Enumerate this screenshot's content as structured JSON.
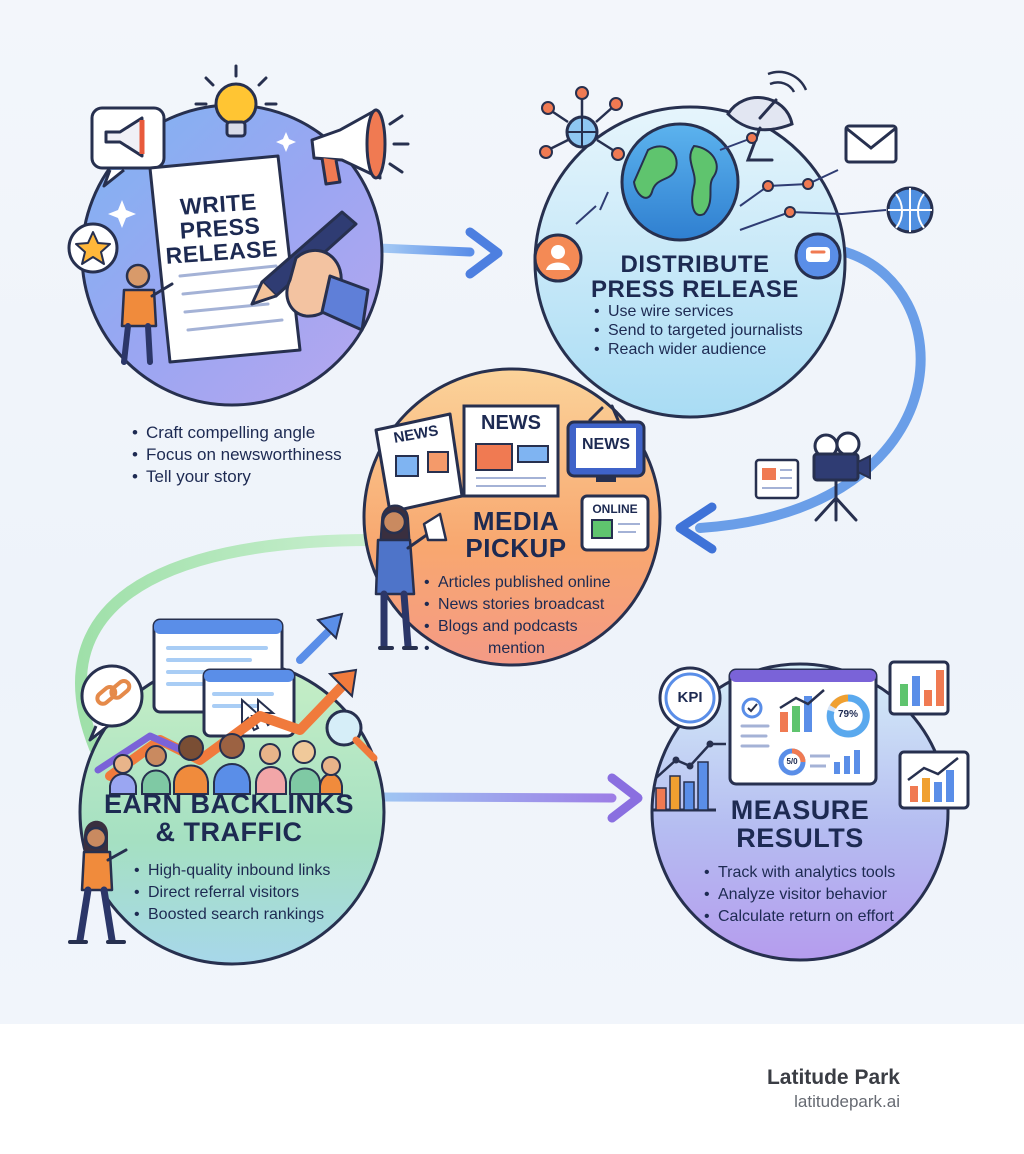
{
  "steps": {
    "write": {
      "title_lines": [
        "WRITE",
        "PRESS",
        "RELEASE"
      ],
      "bullets": [
        "Craft compelling angle",
        "Focus on newsworthiness",
        "Tell your story"
      ]
    },
    "distribute": {
      "title_lines": [
        "DISTRIBUTE",
        "PRESS RELEASE"
      ],
      "bullets": [
        "Use wire services",
        "Send to targeted journalists",
        "Reach wider audience"
      ]
    },
    "media": {
      "title_lines": [
        "MEDIA",
        "PICKUP"
      ],
      "bullets": [
        "Articles published online",
        "News stories broadcast",
        "Blogs and podcasts",
        "mention"
      ]
    },
    "backlinks": {
      "title_lines": [
        "EARN BACKLINKS",
        "& TRAFFIC"
      ],
      "bullets": [
        "High-quality inbound links",
        "Direct referral visitors",
        "Boosted search rankings"
      ]
    },
    "measure": {
      "title_lines": [
        "MEASURE",
        "RESULTS"
      ],
      "bullets": [
        "Track with analytics tools",
        "Analyze visitor behavior",
        "Calculate return on effort"
      ]
    }
  },
  "illustration_labels": {
    "news_1": "NEWS",
    "news_2": "NEWS",
    "news_tv": "NEWS",
    "online": "ONLINE",
    "kpi": "KPI",
    "donut_pct": "79%",
    "small_donut": "5/0"
  },
  "brand": {
    "name": "Latitude Park",
    "url": "latitudepark.ai"
  },
  "colors": {
    "ink": "#1d2a52",
    "outline": "#27304f",
    "write_fill": "#8fa8f0",
    "distribute_fill": "#bfe3f7",
    "media_fill": "#f8b27a",
    "backlinks_fill": "#a8e3b6",
    "measure_fill": "#b9b4f2"
  },
  "icons": [
    "megaphone-icon",
    "lightbulb-icon",
    "pen-icon",
    "document-icon",
    "star-badge-icon",
    "globe-icon",
    "satellite-dish-icon",
    "envelope-icon",
    "network-icon",
    "user-icon",
    "chat-icon",
    "newspaper-icon",
    "tv-icon",
    "video-camera-icon",
    "microphone-icon",
    "link-icon",
    "browser-window-icon",
    "cursor-icon",
    "trend-arrow-icon",
    "magnifier-icon",
    "bar-chart-icon",
    "dashboard-icon",
    "people-icon"
  ]
}
